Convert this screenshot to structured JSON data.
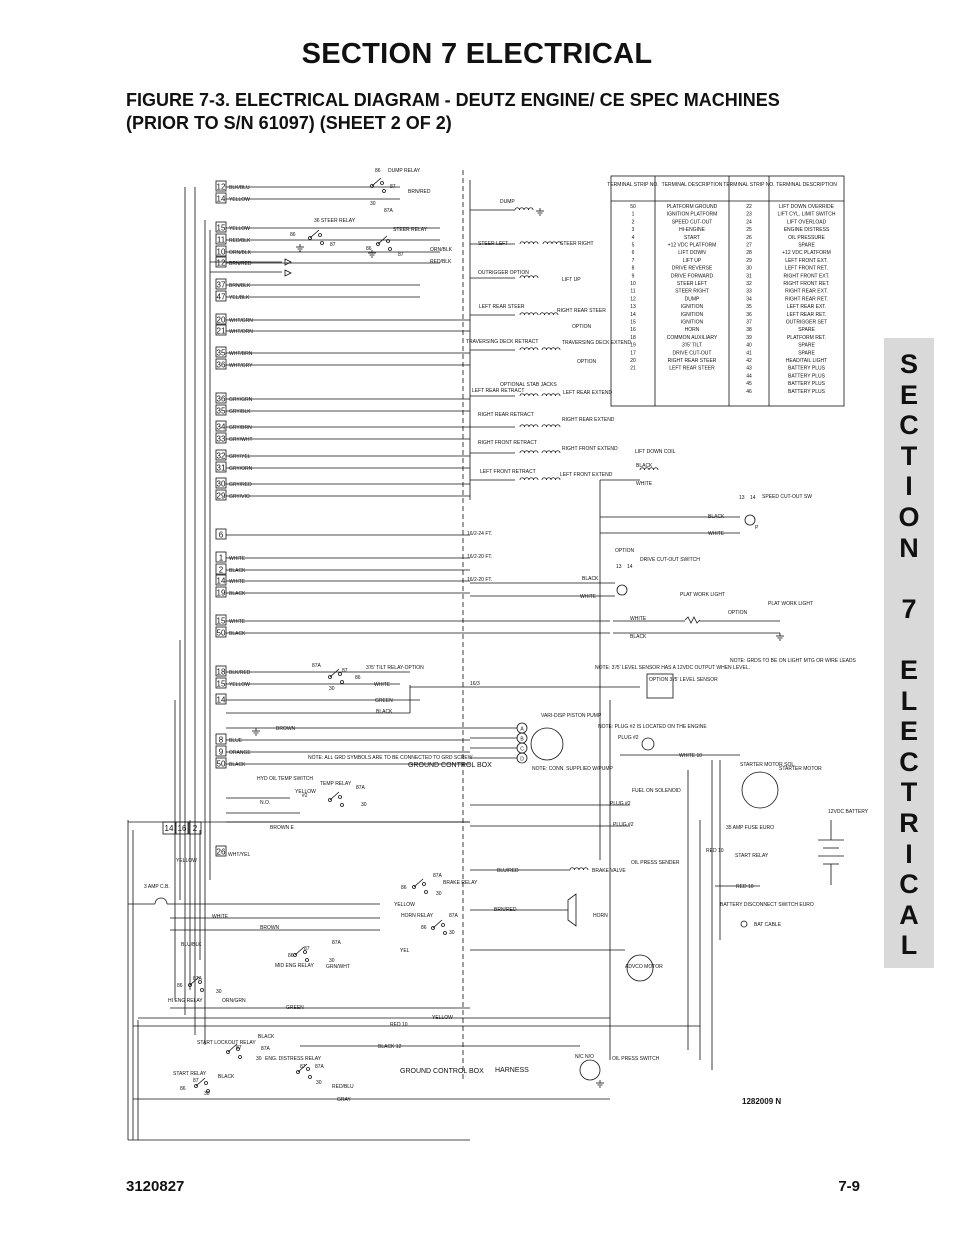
{
  "header": {
    "section_title": "SECTION 7  ELECTRICAL",
    "figure_line_1": "FIGURE 7-3.   ELECTRICAL DIAGRAM - DEUTZ ENGINE/ CE SPEC MACHINES",
    "figure_line_2": "(PRIOR TO S/N 61097) (SHEET 2 OF 2)"
  },
  "side_tab": {
    "letters": [
      "S",
      "E",
      "C",
      "T",
      "I",
      "O",
      "N",
      "",
      "7",
      "",
      "E",
      "L",
      "E",
      "C",
      "T",
      "R",
      "I",
      "C",
      "A",
      "L"
    ]
  },
  "footer": {
    "doc_number": "3120827",
    "page_number": "7-9"
  },
  "drawing_number": "1282009 N",
  "terminal_table": {
    "headers": [
      "TERMINAL STRIP NO.",
      "TERMINAL DESCRIPTION",
      "TERMINAL STRIP NO.",
      "TERMINAL DESCRIPTION"
    ],
    "left_rows": [
      [
        "50",
        "PLATFORM GROUND"
      ],
      [
        "1",
        "IGNITION PLATFORM"
      ],
      [
        "2",
        "SPEED CUT-OUT"
      ],
      [
        "3",
        "HI-ENGINE"
      ],
      [
        "4",
        "START"
      ],
      [
        "5",
        "+12 VDC PLATFORM"
      ],
      [
        "6",
        "LIFT DOWN"
      ],
      [
        "7",
        "LIFT UP"
      ],
      [
        "8",
        "DRIVE REVERSE"
      ],
      [
        "9",
        "DRIVE FORWARD"
      ],
      [
        "10",
        "STEER LEFT"
      ],
      [
        "11",
        "STEER RIGHT"
      ],
      [
        "12",
        "DUMP"
      ],
      [
        "13",
        "IGNITION"
      ],
      [
        "14",
        "IGNITION"
      ],
      [
        "15",
        "IGNITION"
      ],
      [
        "16",
        "HORN"
      ],
      [
        "18",
        "COMMON AUXILIARY"
      ],
      [
        "19",
        "3'/5' TILT"
      ],
      [
        "17",
        "DRIVE CUT-OUT"
      ],
      [
        "20",
        "RIGHT REAR STEER"
      ],
      [
        "21",
        "LEFT REAR STEER"
      ]
    ],
    "right_rows": [
      [
        "22",
        "LIFT DOWN OVERRIDE"
      ],
      [
        "23",
        "LIFT CYL. LIMIT SWITCH"
      ],
      [
        "24",
        "LIFT OVERLOAD"
      ],
      [
        "25",
        "ENGINE DISTRESS"
      ],
      [
        "26",
        "OIL PRESSURE"
      ],
      [
        "27",
        "SPARE"
      ],
      [
        "28",
        "+12 VDC PLATFORM"
      ],
      [
        "29",
        "LEFT FRONT EXT."
      ],
      [
        "30",
        "LEFT FRONT RET."
      ],
      [
        "31",
        "RIGHT FRONT EXT."
      ],
      [
        "32",
        "RIGHT FRONT RET."
      ],
      [
        "33",
        "RIGHT REAR EXT."
      ],
      [
        "34",
        "RIGHT REAR RET."
      ],
      [
        "35",
        "LEFT REAR EXT."
      ],
      [
        "36",
        "LEFT REAR RET."
      ],
      [
        "37",
        "OUTRIGGER SET"
      ],
      [
        "38",
        "SPARE"
      ],
      [
        "39",
        "PLATFORM RET."
      ],
      [
        "40",
        "SPARE"
      ],
      [
        "41",
        "SPARE"
      ],
      [
        "42",
        "HEAD/TAIL LIGHT"
      ],
      [
        "43",
        "BATTERY PLUS"
      ],
      [
        "44",
        "BATTERY PLUS"
      ],
      [
        "45",
        "BATTERY PLUS"
      ],
      [
        "46",
        "BATTERY PLUS"
      ]
    ]
  },
  "terminals": [
    {
      "num": "12",
      "wire": "BLK/BLU"
    },
    {
      "num": "14",
      "wire": "YELLOW"
    },
    {
      "num": "15",
      "wire": "YELLOW"
    },
    {
      "num": "11",
      "wire": "RED/BLK"
    },
    {
      "num": "10",
      "wire": "ORN/BLK"
    },
    {
      "num": "12",
      "wire": "BRN/RED"
    },
    {
      "num": "37",
      "wire": "BRN/BLK"
    },
    {
      "num": "47",
      "wire": "YEL/BLK"
    },
    {
      "num": "20",
      "wire": "WHT/GRN"
    },
    {
      "num": "21",
      "wire": "WHT/ORN"
    },
    {
      "num": "35",
      "wire": "WHT/BRN"
    },
    {
      "num": "36",
      "wire": "WHT/GRY"
    },
    {
      "num": "36",
      "wire": "GRY/GRN"
    },
    {
      "num": "35",
      "wire": "GRY/BLK"
    },
    {
      "num": "34",
      "wire": "GRY/BRN"
    },
    {
      "num": "33",
      "wire": "GRY/WHT"
    },
    {
      "num": "32",
      "wire": "GRY/YEL"
    },
    {
      "num": "31",
      "wire": "GRY/ORN"
    },
    {
      "num": "30",
      "wire": "GRY/RED"
    },
    {
      "num": "29",
      "wire": "GRY/VIO"
    },
    {
      "num": "6",
      "wire": ""
    },
    {
      "num": "1",
      "wire": "WHITE"
    },
    {
      "num": "2",
      "wire": "BLACK"
    },
    {
      "num": "14",
      "wire": "WHITE"
    },
    {
      "num": "19",
      "wire": "BLACK"
    },
    {
      "num": "15",
      "wire": "WHITE"
    },
    {
      "num": "50",
      "wire": "BLACK"
    },
    {
      "num": "18",
      "wire": "BLK/RED"
    },
    {
      "num": "15",
      "wire": "YELLOW"
    },
    {
      "num": "14",
      "wire": ""
    },
    {
      "num": "8",
      "wire": "BLUE"
    },
    {
      "num": "9",
      "wire": "ORANGE"
    },
    {
      "num": "50",
      "wire": "BLACK"
    }
  ],
  "labels": {
    "dump_relay": "DUMP RELAY",
    "brn_red": "BRN/RED",
    "dump": "DUMP",
    "steer_relay_36": "36 STEER RELAY",
    "steer_relay": "STEER RELAY",
    "orn_blk": "ORN/BLK",
    "red_blk": "RED/BLK",
    "steer_left": "STEER LEFT",
    "steer_right": "STEER RIGHT",
    "outrigger_option": "OUTRIGGER OPTION",
    "lift_up": "LIFT UP",
    "left_rear_steer": "LEFT REAR STEER",
    "right_rear_steer": "RIGHT REAR STEER",
    "option": "OPTION",
    "traversing_retract": "TRAVERSING DECK RETRACT",
    "traversing_extend": "TRAVERSING DECK EXTEND",
    "optional_jacks": "OPTIONAL STAB JACKS",
    "left_rear_retract": "LEFT REAR RETRACT",
    "left_rear_extend": "LEFT REAR EXTEND",
    "right_rear_retract": "RIGHT REAR RETRACT",
    "right_rear_extend": "RIGHT REAR EXTEND",
    "right_front_retract": "RIGHT FRONT RETRACT",
    "right_front_extend": "RIGHT FRONT EXTEND",
    "left_front_retract": "LEFT FRONT RETRACT",
    "left_front_extend": "LEFT FRONT EXTEND",
    "lift_down_coil": "LIFT DOWN COIL",
    "black": "BLACK",
    "white": "WHITE",
    "speed_cutout_sw": "SPEED CUT-OUT SW",
    "cable_24": "16/2-24 FT.",
    "cable_20a": "16/2-20 FT.",
    "cable_20b": "16/2-20 FT.",
    "drive_cutout_switch": "DRIVE CUT-OUT SWITCH",
    "plat_work_light": "PLAT WORK LIGHT",
    "option2": "OPTION",
    "tilt_relay": "3'/5' TILT RELAY-OPTION",
    "green": "GREEN",
    "cable_16_3": "16/3",
    "level_note": "NOTE: 3'/5' LEVEL SENSOR HAS A 12VDC OUTPUT WHEN LEVEL.",
    "level_sensor": "OPTION 3'/5' LEVEL SENSOR",
    "grd_note": "NOTE: GRDS TO BE ON LIGHT MTG OR WIRE LEADS",
    "brown": "BROWN",
    "pump": "VARI-DISP PISTON PUMP",
    "plug_note": "NOTE: PLUG #2 IS LOCATED ON THE ENGINE",
    "plug2": "PLUG #2",
    "white10": "WHITE 10",
    "grd_symbols_note": "NOTE: ALL GRD SYMBOLS ARE TO BE CONNECTED TO GRD SCREW",
    "ground_control_box": "GROUND CONTROL BOX",
    "conn_note": "NOTE: CONN. SUPPLIED W/PUMP",
    "hyd_temp_switch": "HYD OIL TEMP SWITCH",
    "temp_relay": "TEMP RELAY",
    "starter_motor_sol": "STARTER MOTOR SOL.",
    "starter_motor": "STARTER MOTOR",
    "fuel_solenoid": "FUEL ON SOLENOID",
    "brown_e": "BROWN E",
    "wht_yel": "WHT/YEL",
    "amp_fuse": "35 AMP FUSE EURO",
    "battery": "12VDC BATTERY",
    "three_amp_cb": "3 AMP C.B.",
    "blu_red": "BLU/RED",
    "brake_valve": "BRAKE VALVE",
    "oil_press_sender": "OIL PRESS SENDER",
    "start_relay": "START RELAY",
    "red10": "RED 10",
    "brake_relay": "BRAKE RELAY",
    "horn_relay": "HORN RELAY",
    "horn": "HORN",
    "brn_red2": "BRN/RED",
    "battery_disconnect": "BATTERY DISCONNECT SWITCH EURO",
    "bat_cable": "BAT CABLE",
    "blu_blk": "BLU/BLK",
    "yel": "YEL",
    "mid_eng_relay": "MID ENG RELAY",
    "grn_wht": "GRN/WHT",
    "advco_motor": "ADVCO MOTOR",
    "hi_eng_relay": "HI ENG RELAY",
    "orn_grn": "ORN/GRN",
    "yellow": "YELLOW",
    "red_10": "RED 10",
    "start_lockout_relay": "START LOCKOUT RELAY",
    "black12": "BLACK 12",
    "eng_distress_relay": "ENG. DISTRESS RELAY",
    "start_relay2": "START RELAY",
    "red_blu": "RED/BLU",
    "gray": "GRAY",
    "ground_control_box2": "GROUND CONTROL BOX",
    "harness": "HARNESS",
    "oil_press_switch": "OIL PRESS SWITCH",
    "no_nc": "N/C N/O"
  },
  "colors": {
    "ink": "#111111",
    "tab": "#d9d9d9"
  }
}
